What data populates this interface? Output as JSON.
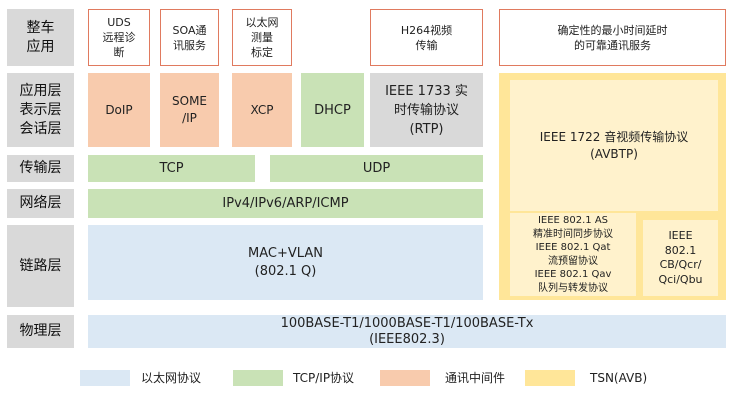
{
  "layers": {
    "vehicle_app": "整车\n应用",
    "session": "应用层\n表示层\n会话层",
    "transport": "传输层",
    "network": "网络层",
    "link": "链路层",
    "physical": "物理层"
  },
  "apps": {
    "uds": "UDS\n远程诊\n断",
    "soa": "SOA通\n讯服务",
    "ethernet_calib": "以太网\n测量\n标定",
    "h264": "H264视频\n传输",
    "deterministic": "确定性的最小时间延时\n的可靠通讯服务"
  },
  "protocols": {
    "doip": "DoIP",
    "someip": "SOME\n/IP",
    "xcp": "XCP",
    "dhcp": "DHCP",
    "ieee1733": "IEEE 1733 实\n时传输协议\n(RTP)",
    "tcp": "TCP",
    "udp": "UDP",
    "ip": "IPv4/IPv6/ARP/ICMP",
    "mac": "MAC+VLAN\n(802.1 Q)",
    "phy": "100BASE-T1/1000BASE-T1/100BASE-Tx\n(IEEE802.3)",
    "avbtp": "IEEE 1722 音视频传输协议\n(AVBTP)",
    "as_qat_qav": "IEEE 802.1 AS\n精准时间同步协议\nIEEE 802.1 Qat\n流预留协议\nIEEE 802.1 Qav\n队列与转发协议",
    "qcr": "IEEE\n802.1\nCB/Qcr/\nQci/Qbu"
  },
  "legend": [
    {
      "label": "以太网协议",
      "color": "#dbe8f4"
    },
    {
      "label": "TCP/IP协议",
      "color": "#c9e2b6"
    },
    {
      "label": "通讯中间件",
      "color": "#f8cbad"
    },
    {
      "label": "TSN(AVB)",
      "color": "#ffe699"
    }
  ]
}
